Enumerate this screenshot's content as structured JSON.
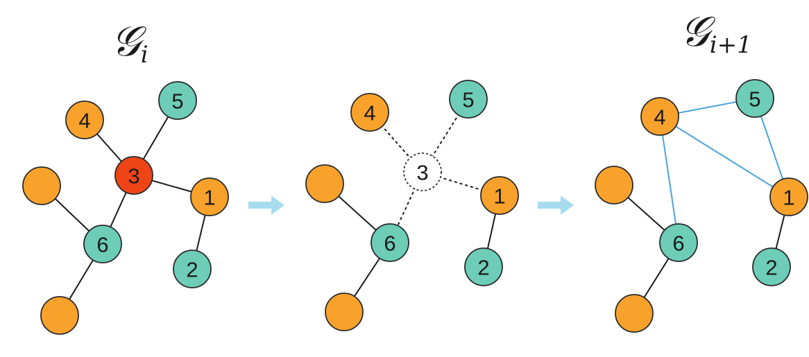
{
  "titles": {
    "left": {
      "main": "𝒢",
      "sub": "i"
    },
    "right": {
      "main": "𝒢",
      "sub": "i+1"
    }
  },
  "colors": {
    "orange": "#f9a22b",
    "teal": "#6dcdb7",
    "red": "#ee4416",
    "edge": "#1a1a1a",
    "new_edge": "#4aa3d8",
    "arrow": "#a7dcef",
    "node_stroke": "#2a2a2a"
  },
  "panels": [
    {
      "name": "before",
      "nodes": [
        {
          "id": "4",
          "label": "4",
          "color": "orange"
        },
        {
          "id": "5",
          "label": "5",
          "color": "teal"
        },
        {
          "id": "3",
          "label": "3",
          "color": "red"
        },
        {
          "id": "a",
          "label": "",
          "color": "orange"
        },
        {
          "id": "1",
          "label": "1",
          "color": "orange"
        },
        {
          "id": "6",
          "label": "6",
          "color": "teal"
        },
        {
          "id": "2",
          "label": "2",
          "color": "teal"
        },
        {
          "id": "b",
          "label": "",
          "color": "orange"
        }
      ],
      "edges": [
        {
          "from": "4",
          "to": "3",
          "style": "solid"
        },
        {
          "from": "5",
          "to": "3",
          "style": "solid"
        },
        {
          "from": "3",
          "to": "1",
          "style": "solid"
        },
        {
          "from": "3",
          "to": "6",
          "style": "solid"
        },
        {
          "from": "a",
          "to": "6",
          "style": "solid"
        },
        {
          "from": "6",
          "to": "b",
          "style": "solid"
        },
        {
          "from": "1",
          "to": "2",
          "style": "solid"
        }
      ]
    },
    {
      "name": "removed",
      "nodes": [
        {
          "id": "4",
          "label": "4",
          "color": "orange"
        },
        {
          "id": "5",
          "label": "5",
          "color": "teal"
        },
        {
          "id": "3",
          "label": "3",
          "color": "none"
        },
        {
          "id": "a",
          "label": "",
          "color": "orange"
        },
        {
          "id": "1",
          "label": "1",
          "color": "orange"
        },
        {
          "id": "6",
          "label": "6",
          "color": "teal"
        },
        {
          "id": "2",
          "label": "2",
          "color": "teal"
        },
        {
          "id": "b",
          "label": "",
          "color": "orange"
        }
      ],
      "edges": [
        {
          "from": "4",
          "to": "3",
          "style": "dashed"
        },
        {
          "from": "5",
          "to": "3",
          "style": "dashed"
        },
        {
          "from": "3",
          "to": "1",
          "style": "dashed"
        },
        {
          "from": "3",
          "to": "6",
          "style": "dashed"
        },
        {
          "from": "a",
          "to": "6",
          "style": "solid"
        },
        {
          "from": "6",
          "to": "b",
          "style": "solid"
        },
        {
          "from": "1",
          "to": "2",
          "style": "solid"
        }
      ]
    },
    {
      "name": "after",
      "nodes": [
        {
          "id": "4",
          "label": "4",
          "color": "orange"
        },
        {
          "id": "5",
          "label": "5",
          "color": "teal"
        },
        {
          "id": "a",
          "label": "",
          "color": "orange"
        },
        {
          "id": "1",
          "label": "1",
          "color": "orange"
        },
        {
          "id": "6",
          "label": "6",
          "color": "teal"
        },
        {
          "id": "2",
          "label": "2",
          "color": "teal"
        },
        {
          "id": "b",
          "label": "",
          "color": "orange"
        }
      ],
      "edges": [
        {
          "from": "4",
          "to": "5",
          "style": "new"
        },
        {
          "from": "4",
          "to": "1",
          "style": "new"
        },
        {
          "from": "4",
          "to": "6",
          "style": "new"
        },
        {
          "from": "5",
          "to": "1",
          "style": "new"
        },
        {
          "from": "a",
          "to": "6",
          "style": "solid"
        },
        {
          "from": "6",
          "to": "b",
          "style": "solid"
        },
        {
          "from": "1",
          "to": "2",
          "style": "solid"
        }
      ]
    }
  ],
  "arrows": [
    "arrow-1",
    "arrow-2"
  ]
}
